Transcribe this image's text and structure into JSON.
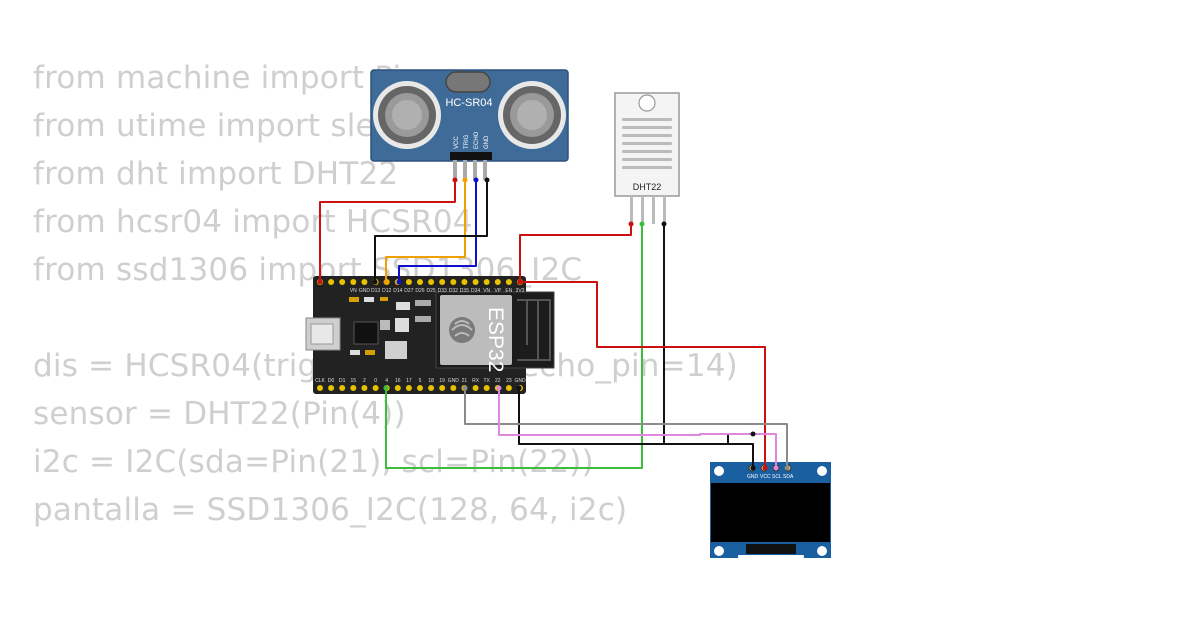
{
  "code": {
    "lines": [
      "from machine import Pin",
      "from utime import sleep",
      "from dht import DHT22",
      "from hcsr04 import HCSR04",
      "from ssd1306 import SSD1306_I2C",
      "",
      "dis = HCSR04(trigger_pin=13, echo_pin=14)",
      "sensor = DHT22(Pin(4))",
      "i2c = I2C(sda=Pin(21), scl=Pin(22))",
      "pantalla = SSD1306_I2C(128, 64, i2c)"
    ]
  },
  "components": {
    "hcsr04": {
      "title": "HC-SR04",
      "pins": [
        "VCC",
        "TRIG",
        "ECHO",
        "GND"
      ]
    },
    "dht22": {
      "title": "DHT22"
    },
    "esp32": {
      "chip_label": "ESP32",
      "top_pins": [
        "VN",
        "GND",
        "D13",
        "D12",
        "D14",
        "D27",
        "D26",
        "D25",
        "D33",
        "D32",
        "D35",
        "D34",
        "VN",
        "VP",
        "EN",
        "3V3"
      ],
      "bottom_pins": [
        "CLK",
        "D0",
        "D1",
        "15",
        "2",
        "0",
        "4",
        "16",
        "17",
        "5",
        "18",
        "19",
        "GND",
        "21",
        "RX",
        "TX",
        "22",
        "23",
        "GND"
      ]
    },
    "oled": {
      "pins": [
        "GND",
        "VCC",
        "SCL",
        "SDA"
      ]
    }
  },
  "colors": {
    "red": "#cc1111",
    "black": "#111111",
    "orange": "#f0a000",
    "blue": "#1010cc",
    "green": "#3bbf3b",
    "gray": "#8a8a8a",
    "violet": "#dd88dd",
    "code_text": "#cfcfcf"
  }
}
